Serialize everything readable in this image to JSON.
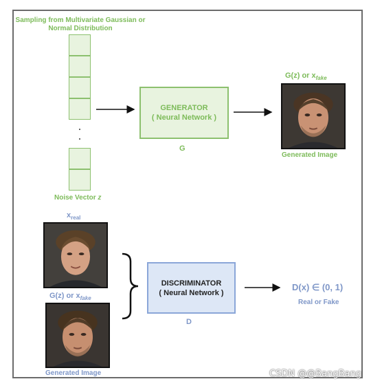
{
  "colors": {
    "green": "#7dbb5a",
    "blue": "#7f97c8"
  },
  "generator_section": {
    "sampling_title": "Sampling from Multivariate Gaussian or Normal Distribution",
    "noise_vector_label": "Noise Vector",
    "noise_vector_var": "z",
    "generator_title": "GENERATOR",
    "generator_subtitle": "( Neural Network )",
    "generator_symbol": "G",
    "output_label_prefix": "G(z) or x",
    "output_label_sub": "fake",
    "generated_image_caption": "Generated Image"
  },
  "discriminator_section": {
    "real_label": "x",
    "real_label_sub": "real",
    "fake_label_prefix": "G(z) or x",
    "fake_label_sub": "fake",
    "generated_image_caption": "Generated Image",
    "discriminator_title": "DISCRIMINATOR",
    "discriminator_subtitle": "( Neural Network )",
    "discriminator_symbol": "D",
    "output_expr": "D(x) ∈ (0, 1)",
    "output_caption": "Real or Fake"
  },
  "watermark": "CSDN @@BangBang"
}
